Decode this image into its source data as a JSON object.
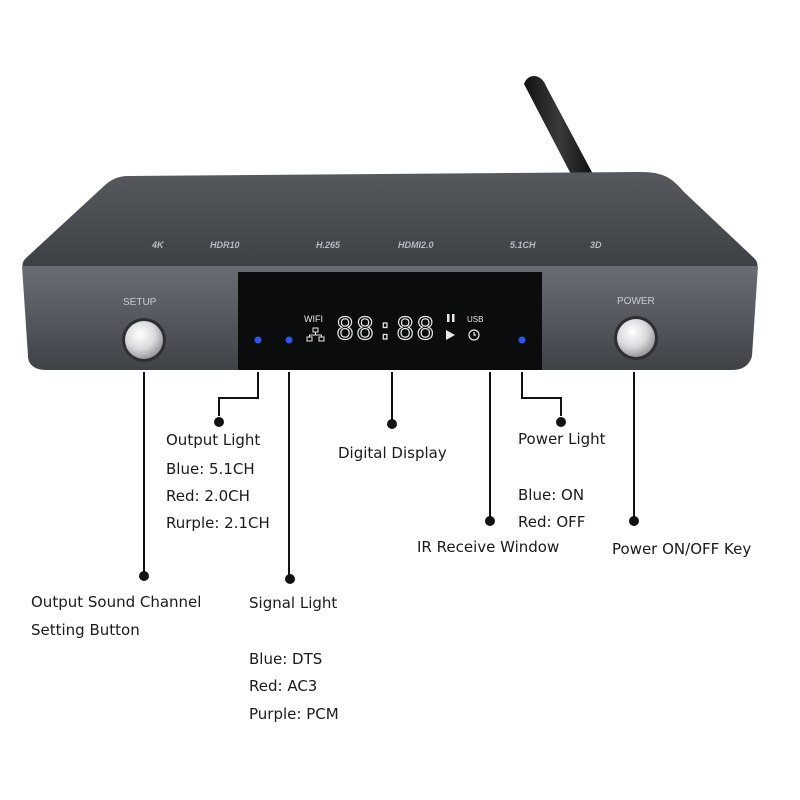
{
  "device": {
    "setup_label": "SETUP",
    "power_label": "POWER",
    "top_features": [
      "4K",
      "HDR10",
      "H.265",
      "HDMI2.0",
      "5.1CH",
      "3D"
    ],
    "display": {
      "wifi": "WIFI",
      "digits": "88:88",
      "usb": "USB"
    },
    "led_color": "#2f55e6"
  },
  "annotations": {
    "output_light": {
      "title": "Output Light",
      "lines": [
        "Blue: 5.1CH",
        "Red: 2.0CH",
        "Rurple: 2.1CH"
      ]
    },
    "digital_display": {
      "title": "Digital Display"
    },
    "power_light": {
      "title": "Power Light",
      "lines": [
        "Blue: ON",
        "Red: OFF"
      ]
    },
    "ir_receive_window": {
      "title": "IR Receive Window"
    },
    "power_key": {
      "title": "Power ON/OFF Key"
    },
    "output_sound_channel": {
      "lines": [
        "Output Sound Channel",
        "Setting Button"
      ]
    },
    "signal_light": {
      "title": "Signal Light",
      "lines": [
        "Blue: DTS",
        "Red: AC3",
        "Purple: PCM"
      ]
    }
  }
}
